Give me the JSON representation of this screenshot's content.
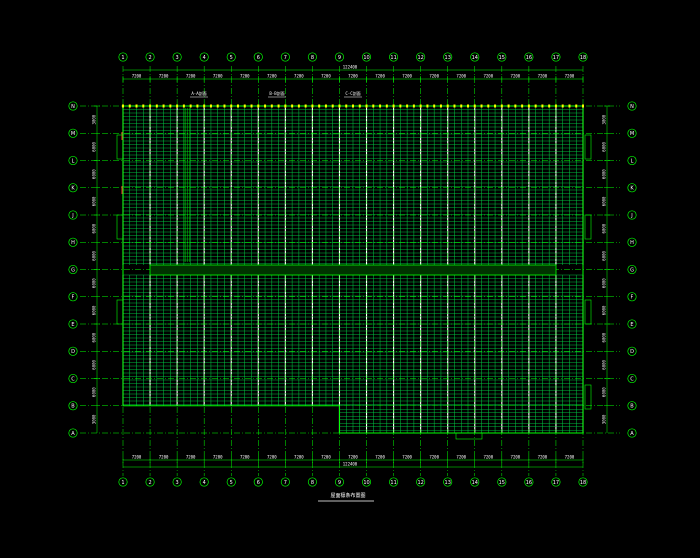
{
  "drawing": {
    "title": "屋面檩条布置图",
    "colors": {
      "background": "#000000",
      "grid": "#00ff00",
      "purlin": "#00cc44",
      "rafter": "#ffffff",
      "bubble": "#00ff00",
      "text": "#ffffff",
      "marker": "#ffff00",
      "brace": "#ff3333"
    },
    "column_axes": [
      "1",
      "2",
      "3",
      "4",
      "5",
      "6",
      "7",
      "8",
      "9",
      "10",
      "11",
      "12",
      "13",
      "14",
      "15",
      "16",
      "17",
      "18"
    ],
    "row_axes": [
      "N",
      "M",
      "L",
      "K",
      "J",
      "H",
      "G",
      "F",
      "E",
      "D",
      "C",
      "B",
      "A"
    ],
    "top_spans": [
      "7200",
      "7200",
      "7200",
      "7200",
      "7200",
      "7200",
      "7200",
      "7200",
      "7200",
      "7200",
      "7200",
      "7200",
      "7200",
      "7200",
      "7200",
      "7200",
      "7200"
    ],
    "bottom_spans": [
      "7200",
      "7200",
      "7200",
      "7200",
      "7200",
      "7200",
      "7200",
      "7200",
      "7200",
      "7200",
      "7200",
      "7200",
      "7200",
      "7200",
      "7200",
      "7200",
      "7200"
    ],
    "top_total": "122400",
    "bottom_total": "122400",
    "left_spans": [
      "3000",
      "6000",
      "6000",
      "6000",
      "6000",
      "6000",
      "6000",
      "6000",
      "6000",
      "6000",
      "6000",
      "3000"
    ],
    "right_spans": [
      "3000",
      "6000",
      "6000",
      "6000",
      "6000",
      "6000",
      "6000",
      "6000",
      "6000",
      "6000",
      "6000",
      "3000"
    ],
    "callouts": [
      "A-A剖面",
      "B-B剖面",
      "C-C剖面"
    ]
  }
}
